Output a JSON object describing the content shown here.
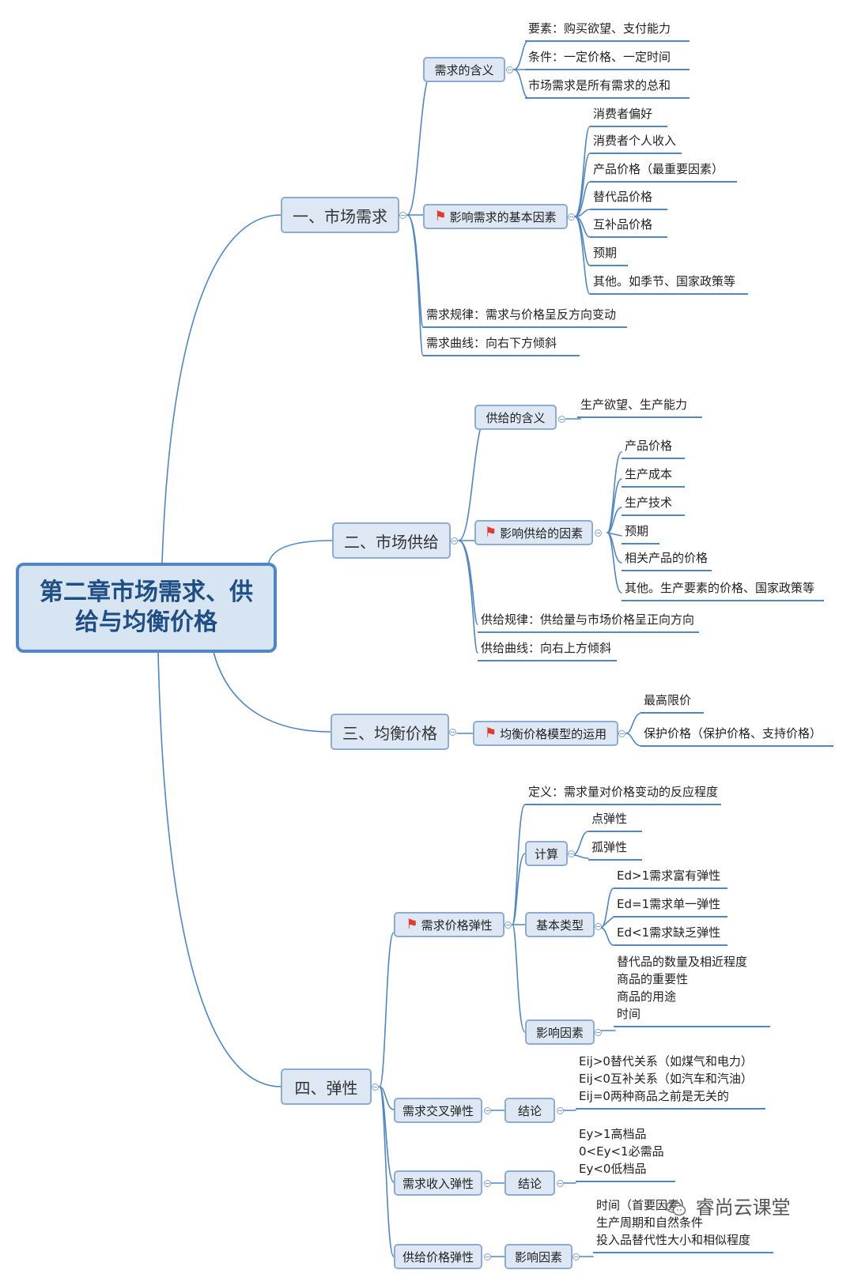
{
  "root": {
    "title_line1": "第二章市场需求、供",
    "title_line2": "给与均衡价格"
  },
  "watermark": "睿尚云课堂",
  "colors": {
    "box_fill": "#dde8f4",
    "box_border": "#8cacd1",
    "root_border": "#4f86c6",
    "line": "#4f86c6",
    "flag": "#e43a2c"
  },
  "branches": {
    "demand": {
      "label": "一、市场需求",
      "meaning": {
        "label": "需求的含义",
        "items": [
          "要素：购买欲望、支付能力",
          "条件：一定价格、一定时间",
          "市场需求是所有需求的总和"
        ]
      },
      "factors": {
        "label": "影响需求的基本因素",
        "items": [
          "消费者偏好",
          "消费者个人收入",
          "产品价格（最重要因素）",
          "替代品价格",
          "互补品价格",
          "预期",
          "其他。如季节、国家政策等"
        ]
      },
      "law": "需求规律：需求与价格呈反方向变动",
      "curve": "需求曲线：向右下方倾斜"
    },
    "supply": {
      "label": "二、市场供给",
      "meaning": {
        "label": "供给的含义",
        "item": "生产欲望、生产能力"
      },
      "factors": {
        "label": "影响供给的因素",
        "items": [
          "产品价格",
          "生产成本",
          "生产技术",
          "预期",
          "相关产品的价格",
          "其他。生产要素的价格、国家政策等"
        ]
      },
      "law": "供给规律：供给量与市场价格呈正向方向",
      "curve": "供给曲线：向右上方倾斜"
    },
    "equilibrium": {
      "label": "三、均衡价格",
      "model": {
        "label": "均衡价格模型的运用",
        "items": [
          "最高限价",
          "保护价格（保护价格、支持价格）"
        ]
      }
    },
    "elasticity": {
      "label": "四、弹性",
      "price": {
        "label": "需求价格弹性",
        "definition": "定义：需求量对价格变动的反应程度",
        "calc": {
          "label": "计算",
          "items": [
            "点弹性",
            "孤弹性"
          ]
        },
        "types": {
          "label": "基本类型",
          "items": [
            "Ed>1需求富有弹性",
            "Ed=1需求单一弹性",
            "Ed<1需求缺乏弹性"
          ]
        },
        "factors": {
          "label": "影响因素",
          "lines": [
            "替代品的数量及相近程度",
            "商品的重要性",
            "商品的用途",
            "时间"
          ]
        }
      },
      "cross": {
        "label": "需求交叉弹性",
        "sub": "结论",
        "lines": [
          "Eij>0替代关系（如煤气和电力）",
          "Eij<0互补关系（如汽车和汽油）",
          "Eij=0两种商品之前是无关的"
        ]
      },
      "income": {
        "label": "需求收入弹性",
        "sub": "结论",
        "lines": [
          "Ey>1高档品",
          "0<Ey<1必需品",
          "Ey<0低档品"
        ]
      },
      "supply": {
        "label": "供给价格弹性",
        "sub": "影响因素",
        "lines": [
          "时间（首要因素）",
          "生产周期和自然条件",
          "投入品替代性大小和相似程度"
        ]
      }
    }
  }
}
